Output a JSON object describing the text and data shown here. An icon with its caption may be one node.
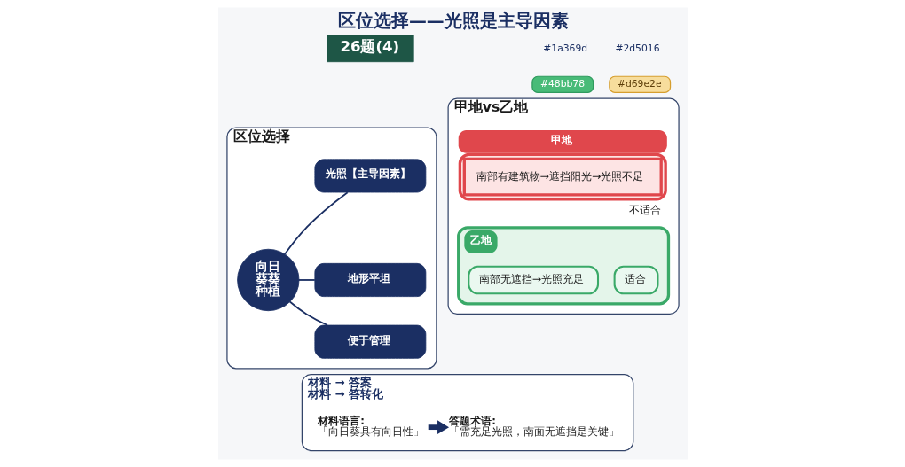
{
  "diagram": {
    "title": "区位选择——光照是主导因素",
    "nodes": [
      {
        "text": [
          "26题(4)"
        ]
      },
      {
        "text": [
          "#48bb78"
        ]
      },
      {
        "text": [
          "#d69e2e"
        ]
      },
      {
        "text": [
          "区位选择"
        ]
      },
      {
        "text": [
          "向日葵葵种植"
        ],
        "in": 3
      },
      {
        "text": [
          "光照【主导因素】"
        ],
        "in": 3
      },
      {
        "text": [
          "地形平坦"
        ],
        "in": 3
      },
      {
        "text": [
          "便于管理"
        ],
        "in": 3
      },
      {
        "text": [
          "甲地vs乙地"
        ]
      },
      {
        "text": [
          "甲地",
          "南部有建筑物→遮挡阳光→光照不足"
        ],
        "in": 8,
        "beside": [
          "不适合"
        ]
      },
      {
        "text": [
          "乙地"
        ],
        "in": 8
      },
      {
        "text": [
          "南部无遮挡→光照充足"
        ],
        "in": 10
      },
      {
        "text": [
          "适合"
        ],
        "in": 10
      },
      {
        "text": [
          "材料 → 答案",
          "材料 → 答转化"
        ]
      },
      {
        "text": [
          "材料语言:",
          "「向日葵具有向日性」"
        ],
        "in": 13
      },
      {
        "text": [
          "答题术语:",
          "「需充足光照，南面无遮挡是关键」"
        ],
        "in": 13
      }
    ],
    "edges": [
      {
        "from": 4,
        "to": 5,
        "arrow": "none"
      },
      {
        "from": 4,
        "to": 6,
        "arrow": "none"
      },
      {
        "from": 4,
        "to": 7,
        "arrow": "none"
      },
      {
        "from": 14,
        "to": 15,
        "arrow": "to",
        "style": "thick"
      }
    ],
    "labels": [
      "#1a369d",
      "#2d5016"
    ]
  }
}
